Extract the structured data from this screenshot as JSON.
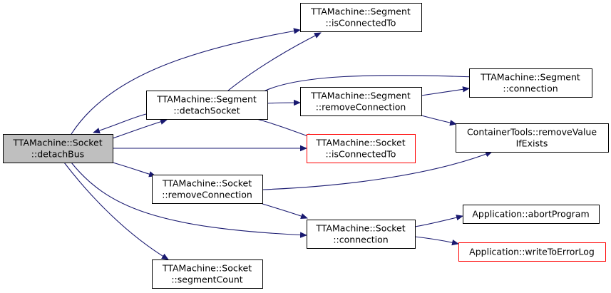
{
  "diagram": {
    "nodes": [
      {
        "id": "detachBus",
        "lines": [
          "TTAMachine::Socket",
          "::detachBus"
        ],
        "style": "root"
      },
      {
        "id": "seg_detachSocket",
        "lines": [
          "TTAMachine::Segment",
          "::detachSocket"
        ],
        "style": "normal"
      },
      {
        "id": "seg_isConnectedTo",
        "lines": [
          "TTAMachine::Segment",
          "::isConnectedTo"
        ],
        "style": "normal"
      },
      {
        "id": "seg_removeConnection",
        "lines": [
          "TTAMachine::Segment",
          "::removeConnection"
        ],
        "style": "normal"
      },
      {
        "id": "seg_connection",
        "lines": [
          "TTAMachine::Segment",
          "::connection"
        ],
        "style": "normal"
      },
      {
        "id": "sock_isConnectedTo",
        "lines": [
          "TTAMachine::Socket",
          "::isConnectedTo"
        ],
        "style": "red"
      },
      {
        "id": "removeValueIfExists",
        "lines": [
          "ContainerTools::removeValue",
          "IfExists"
        ],
        "style": "normal"
      },
      {
        "id": "sock_removeConnection",
        "lines": [
          "TTAMachine::Socket",
          "::removeConnection"
        ],
        "style": "normal"
      },
      {
        "id": "sock_connection",
        "lines": [
          "TTAMachine::Socket",
          "::connection"
        ],
        "style": "normal"
      },
      {
        "id": "abortProgram",
        "lines": [
          "Application::abortProgram"
        ],
        "style": "normal"
      },
      {
        "id": "writeToErrorLog",
        "lines": [
          "Application::writeToErrorLog"
        ],
        "style": "red"
      },
      {
        "id": "segmentCount",
        "lines": [
          "TTAMachine::Socket",
          "::segmentCount"
        ],
        "style": "normal"
      }
    ],
    "edges": [
      {
        "from": "detachBus",
        "to": "seg_detachSocket"
      },
      {
        "from": "seg_detachSocket",
        "to": "detachBus"
      },
      {
        "from": "detachBus",
        "to": "seg_isConnectedTo"
      },
      {
        "from": "detachBus",
        "to": "sock_isConnectedTo"
      },
      {
        "from": "detachBus",
        "to": "sock_removeConnection"
      },
      {
        "from": "detachBus",
        "to": "sock_connection"
      },
      {
        "from": "detachBus",
        "to": "segmentCount"
      },
      {
        "from": "seg_detachSocket",
        "to": "seg_isConnectedTo"
      },
      {
        "from": "seg_detachSocket",
        "to": "seg_connection"
      },
      {
        "from": "seg_detachSocket",
        "to": "seg_removeConnection"
      },
      {
        "from": "seg_detachSocket",
        "to": "sock_isConnectedTo"
      },
      {
        "from": "seg_removeConnection",
        "to": "seg_connection"
      },
      {
        "from": "seg_removeConnection",
        "to": "removeValueIfExists"
      },
      {
        "from": "sock_removeConnection",
        "to": "removeValueIfExists"
      },
      {
        "from": "sock_removeConnection",
        "to": "sock_connection"
      },
      {
        "from": "sock_connection",
        "to": "abortProgram"
      },
      {
        "from": "sock_connection",
        "to": "writeToErrorLog"
      }
    ],
    "colors": {
      "edge": "#191970",
      "root_fill": "#bfbfbf",
      "normal_border": "#000000",
      "red_border": "#ff0000"
    }
  }
}
